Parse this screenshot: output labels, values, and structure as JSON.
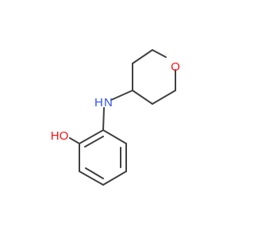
{
  "molecule": {
    "atoms": {
      "o_ring": {
        "label": "O",
        "color": "#ff0d0d"
      },
      "nh": {
        "label": "N",
        "h_label": "H",
        "color": "#3050f8"
      },
      "ho": {
        "label": "HO",
        "color": "#ff0d0d"
      }
    },
    "bond_color": "#404040",
    "background": "#ffffff"
  }
}
